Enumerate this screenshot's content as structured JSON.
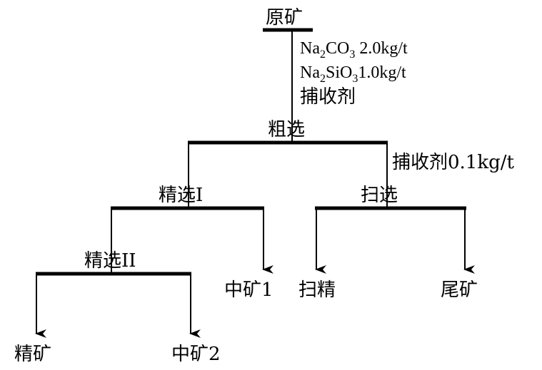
{
  "nodes": {
    "ore": "原矿",
    "rough": "粗选",
    "clean1": "精选I",
    "scav": "扫选",
    "clean2": "精选II",
    "concentrate": "精矿",
    "middling1": "中矿1",
    "middling2": "中矿2",
    "scav_conc": "扫精",
    "tailings": "尾矿"
  },
  "reagents": {
    "na2co3": {
      "pre": "Na",
      "sub1": "2",
      "mid": "CO",
      "sub2": "3",
      "post": " 2.0kg/t"
    },
    "na2sio3": {
      "pre": "Na",
      "sub1": "2",
      "mid": "SiO",
      "sub2": "3",
      "post": "1.0kg/t"
    },
    "collector": "捕收剂",
    "collector_scav": "捕收剂0.1kg/t"
  }
}
